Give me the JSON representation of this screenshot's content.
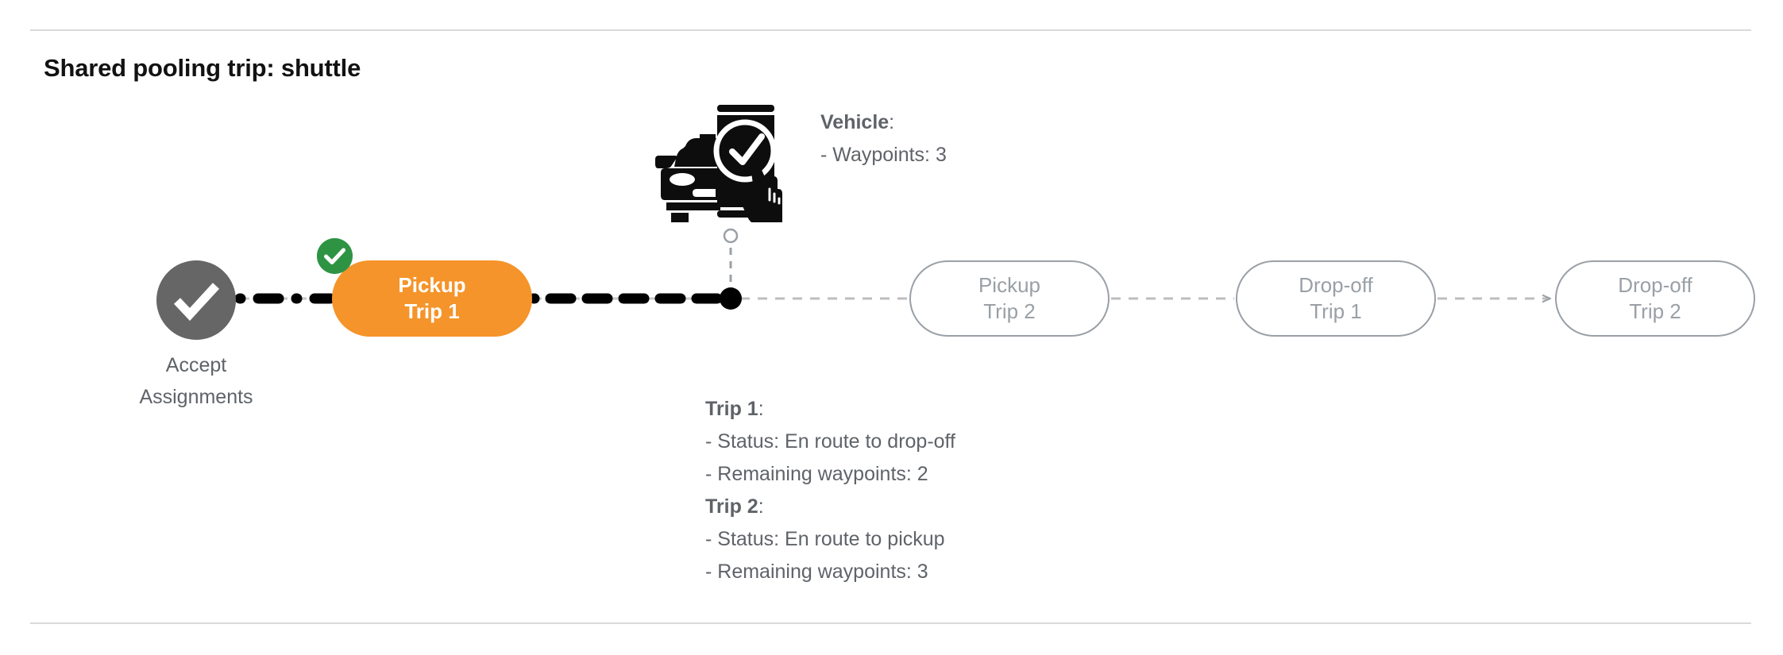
{
  "page": {
    "title": "Shared pooling trip: shuttle",
    "colors": {
      "current_node": "#f5942a",
      "completed_badge": "#2e9444",
      "completed_node": "#666666",
      "upcoming_node_border": "#9aa0a6",
      "upcoming_node_text": "#9aa0a6",
      "annotation_text": "#5f6368",
      "divider": "#d9dadb",
      "traveled_path": "#000000",
      "remaining_path": "#bdbdbd"
    }
  },
  "timeline": {
    "start_node": {
      "icon": "check-circle-icon",
      "label_line1": "Accept",
      "label_line2": "Assignments",
      "state": "completed"
    },
    "nodes": [
      {
        "id": "pickup-trip-1",
        "line1": "Pickup",
        "line2": "Trip 1",
        "state": "current",
        "badge": "completed-check-icon"
      },
      {
        "id": "pickup-trip-2",
        "line1": "Pickup",
        "line2": "Trip 2",
        "state": "upcoming"
      },
      {
        "id": "dropoff-trip-1",
        "line1": "Drop-off",
        "line2": "Trip 1",
        "state": "upcoming"
      },
      {
        "id": "dropoff-trip-2",
        "line1": "Drop-off",
        "line2": "Trip 2",
        "state": "upcoming"
      }
    ],
    "vehicle_marker": {
      "icon": "vehicle-phone-check-icon",
      "dot": "current-position-dot"
    }
  },
  "vehicle_annotation": {
    "heading": "Vehicle",
    "heading_suffix": ":",
    "lines": [
      "- Waypoints: 3"
    ]
  },
  "trips_annotation": {
    "trip1": {
      "heading": "Trip 1",
      "heading_suffix": ":",
      "status": "- Status:  En route to drop-off",
      "remaining": "- Remaining waypoints: 2"
    },
    "trip2": {
      "heading": "Trip 2",
      "heading_suffix": ":",
      "status": "- Status:  En route to pickup",
      "remaining": "- Remaining waypoints: 3"
    }
  }
}
